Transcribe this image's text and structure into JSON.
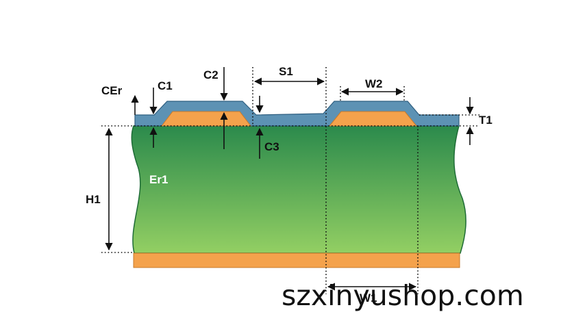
{
  "labels": {
    "cer": "CEr",
    "c1": "C1",
    "c2": "C2",
    "c3": "C3",
    "s1": "S1",
    "w2": "W2",
    "t1": "T1",
    "h1": "H1",
    "er1": "Er1",
    "w1": "W1"
  },
  "watermark": "szxinyushop.com",
  "colors": {
    "coating": "#5d92b4",
    "coating_edge": "#2f5f80",
    "copper": "#f4a24c",
    "copper_edge": "#c77a2a",
    "substrate_top": "#2b8a4c",
    "substrate_bottom": "#93cf63",
    "substrate_edge": "#1d6b36"
  }
}
